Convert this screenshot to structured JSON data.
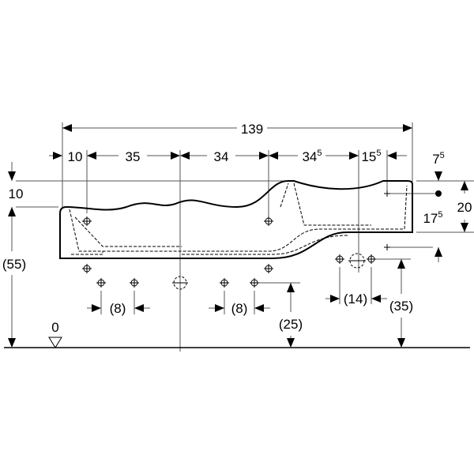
{
  "drawing": {
    "overall_width": "139",
    "segments": [
      {
        "main": "10",
        "sup": ""
      },
      {
        "main": "35",
        "sup": ""
      },
      {
        "main": "34",
        "sup": ""
      },
      {
        "main": "34",
        "sup": "5"
      },
      {
        "main": "15",
        "sup": "5"
      }
    ],
    "right_offset": {
      "main": "7",
      "sup": "5"
    },
    "right_height": "20",
    "right_inner": {
      "main": "17",
      "sup": "5"
    },
    "left_step": "10",
    "left_height": "(55)",
    "hole_spacing_left": "(8)",
    "hole_spacing_mid": "(8)",
    "drain_height_left": "(25)",
    "hole_spacing_right": "(14)",
    "drain_height_right": "(35)",
    "floor_level": "0"
  }
}
